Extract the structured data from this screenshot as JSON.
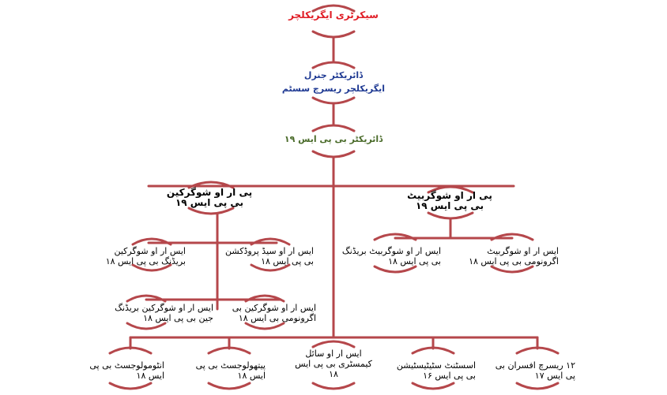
{
  "colors": {
    "connector": "#b5474b",
    "title_red": "#e01c25",
    "title_blue": "#1f3a93",
    "title_green": "#4a6b2a",
    "text": "#000000"
  },
  "chart": {
    "top": {
      "title": "سیکرٹری ایگریکلچر"
    },
    "dg": {
      "line1": "ڈائریکٹر جنرل",
      "line2": "ایگریکلچر ریسرچ سسٹم"
    },
    "director": {
      "title": "ڈائریکٹر بی پی ایس ۱۹"
    },
    "branch_right": {
      "line1": "پی ار او شوگرکین",
      "line2": "بی پی ایس ۱۹"
    },
    "branch_left": {
      "line1": "پی ار او شوگربیٹ",
      "line2": "بی پی ایس ۱۹"
    },
    "cane_row1": [
      {
        "line1": "ایس ار او شوگرکین",
        "line2": "بریڈنگ بی پی ایس ۱۸"
      },
      {
        "line1": "ایس ار او سیڈ پروڈکشن",
        "line2": "بی پی ایس ۱۸"
      }
    ],
    "cane_row2": [
      {
        "line1": "ایس ار او شوگرکین بریڈنگ",
        "line2": "جین بی پی ایس ۱۸"
      },
      {
        "line1": "ایس ار او شوگرکین بی",
        "line2": "اگرونومی بی ایس ۱۸"
      }
    ],
    "beet_row": [
      {
        "line1": "ایس ار او شوگربیٹ بریڈنگ",
        "line2": "بی پی ایس ۱۸"
      },
      {
        "line1": "ایس ار او شوگربیٹ",
        "line2": "اگرونومی بی پی ایس ۱۸"
      }
    ],
    "bottom_row": [
      {
        "line1": "انٹومولوجسٹ بی پی",
        "line2": "ایس ۱۸"
      },
      {
        "line1": "پیتھولوجسٹ بی پی",
        "line2": "ایس ۱۸"
      },
      {
        "line1": "ایس ار او سائل",
        "line2": "کیمسٹری بی پی ایس",
        "line3": "۱۸"
      },
      {
        "line1": "اسسٹنٹ سٹیٹیسٹیشن",
        "line2": "بی پی ایس ۱۶"
      },
      {
        "line1": "۱۲ ریسرچ افسران بی",
        "line2": "پی ایس ۱۷"
      }
    ]
  }
}
